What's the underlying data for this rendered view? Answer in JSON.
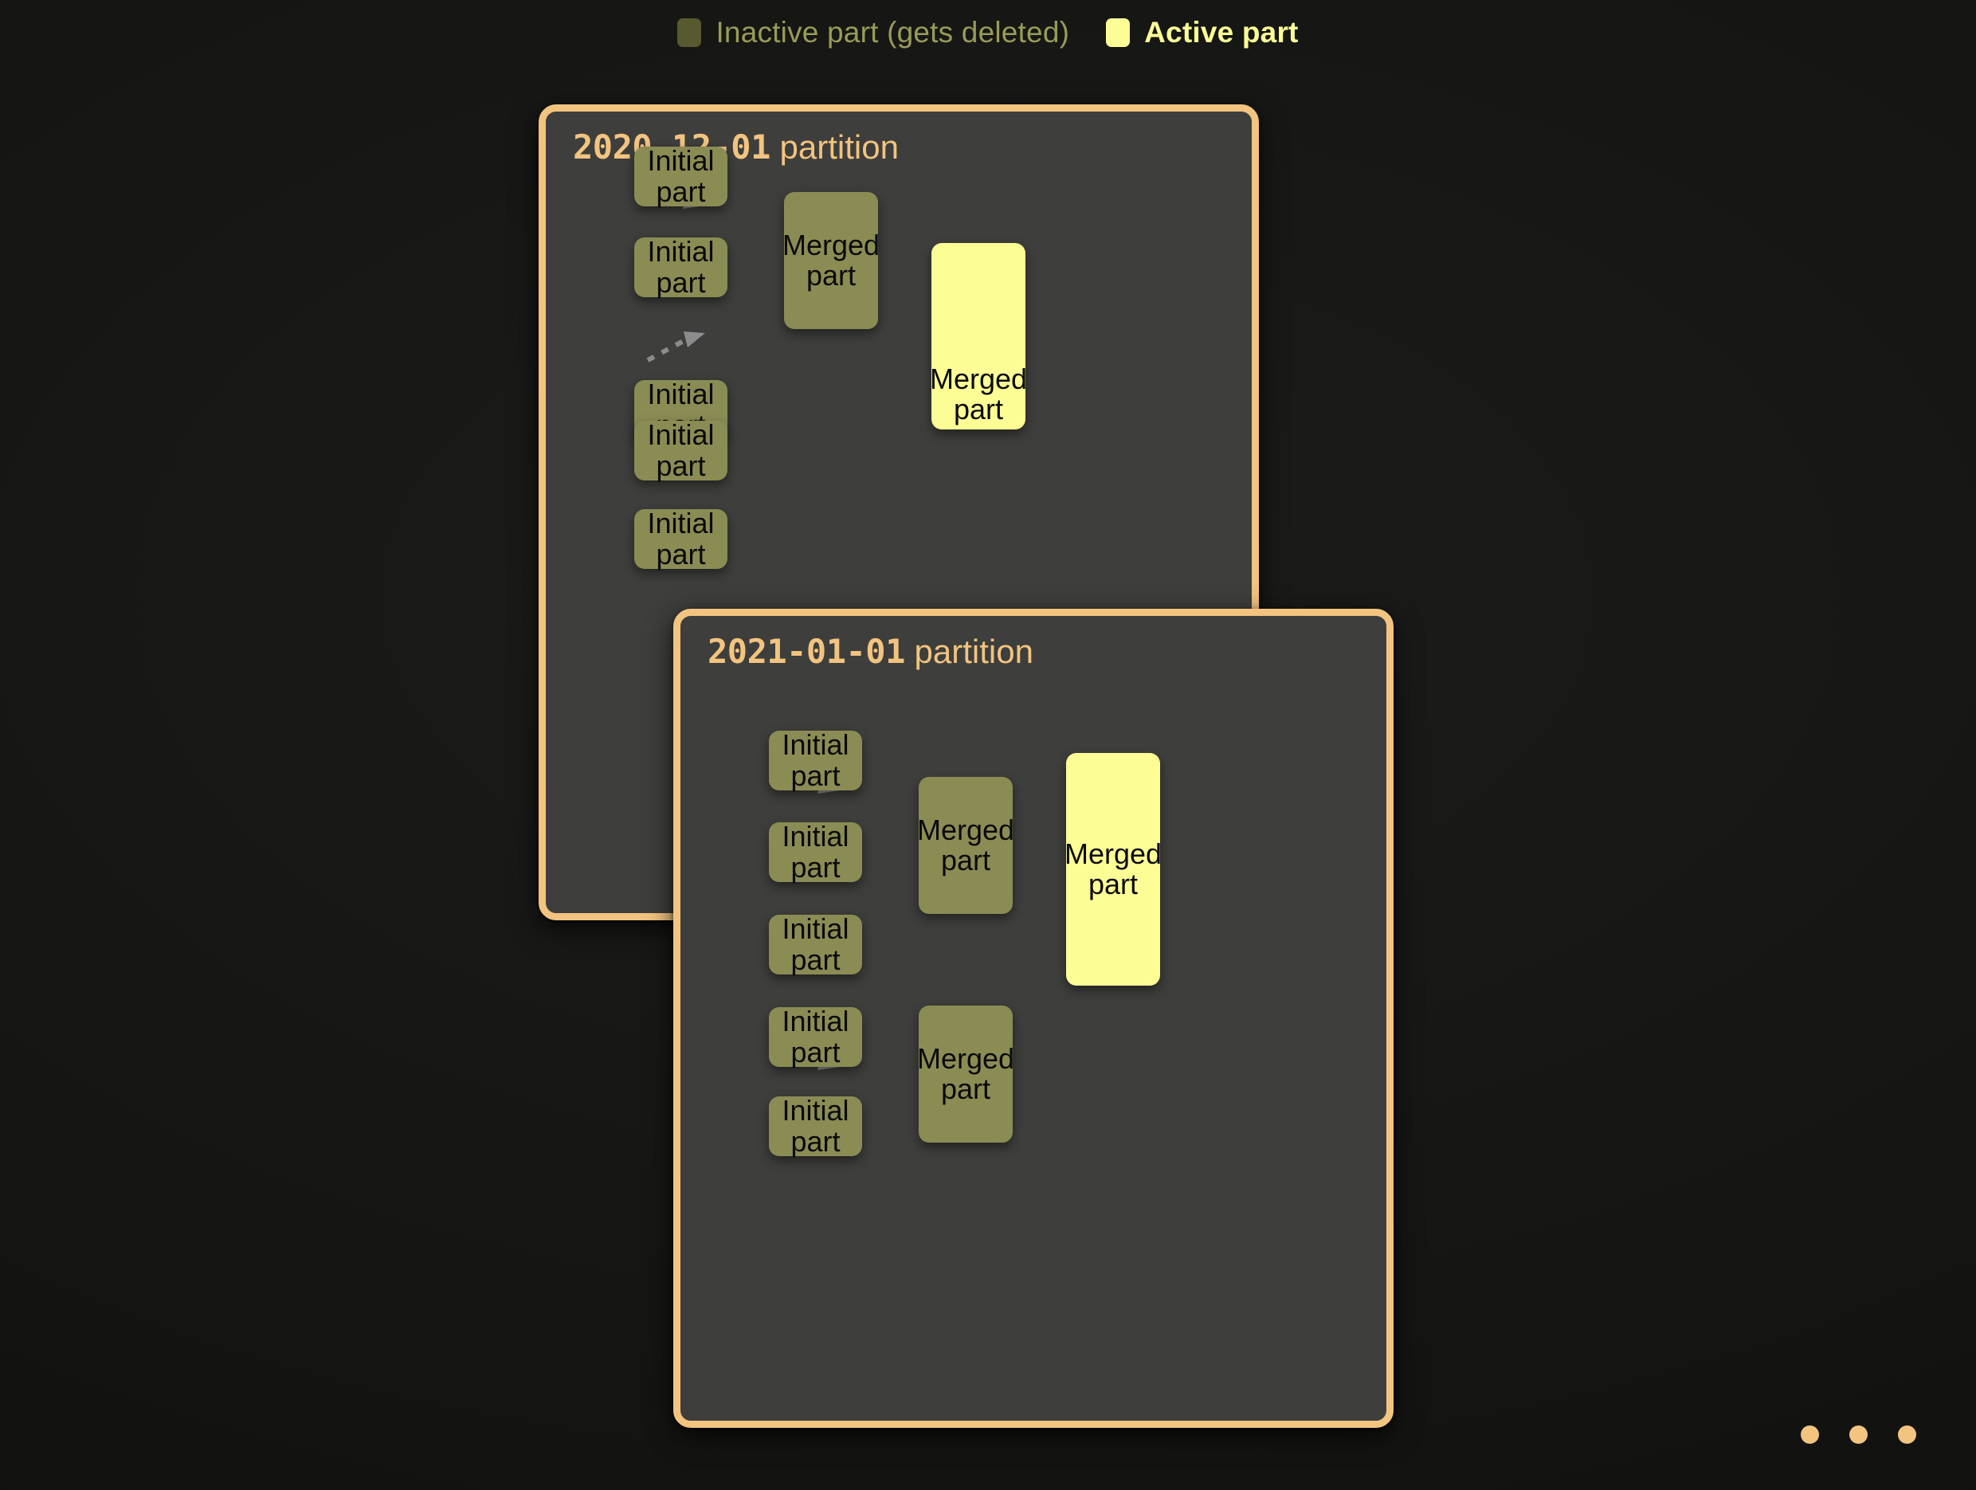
{
  "legend": {
    "items": [
      {
        "swatch_color": "#58592f",
        "label": "Inactive part (gets deleted)",
        "state": "inactive"
      },
      {
        "swatch_color": "#fdfd96",
        "label": "Active part",
        "state": "active"
      }
    ]
  },
  "colors": {
    "page_background": "#151513",
    "panel_background": "#3e3e3c",
    "panel_border": "#f2c480",
    "inactive_part": "#8b8c54",
    "active_part": "#fdfd96",
    "arrow": "#8c8c8c",
    "title_text": "#f2c480",
    "node_text": "#0a0a0a"
  },
  "partitions": [
    {
      "date": "2020-12-01",
      "suffix": " partition",
      "nodes": [
        {
          "id": "p0-i1",
          "label": "Initial\npart",
          "state": "inactive"
        },
        {
          "id": "p0-i2",
          "label": "Initial\npart",
          "state": "inactive"
        },
        {
          "id": "p0-i3",
          "label": "Initial\npart",
          "state": "inactive"
        },
        {
          "id": "p0-i4",
          "label": "Initial\npart",
          "state": "inactive"
        },
        {
          "id": "p0-i5",
          "label": "Initial\npart",
          "state": "inactive"
        },
        {
          "id": "p0-m1",
          "label": "Merged\npart",
          "state": "inactive"
        },
        {
          "id": "p0-m2",
          "label": "Merged\npart",
          "state": "active"
        }
      ]
    },
    {
      "date": "2021-01-01",
      "suffix": " partition",
      "nodes": [
        {
          "id": "p1-i1",
          "label": "Initial\npart",
          "state": "inactive"
        },
        {
          "id": "p1-i2",
          "label": "Initial\npart",
          "state": "inactive"
        },
        {
          "id": "p1-i3",
          "label": "Initial\npart",
          "state": "inactive"
        },
        {
          "id": "p1-i4",
          "label": "Initial\npart",
          "state": "inactive"
        },
        {
          "id": "p1-i5",
          "label": "Initial\npart",
          "state": "inactive"
        },
        {
          "id": "p1-m1",
          "label": "Merged\npart",
          "state": "inactive"
        },
        {
          "id": "p1-m2",
          "label": "Merged\npart",
          "state": "inactive"
        },
        {
          "id": "p1-m3",
          "label": "Merged\npart",
          "state": "active"
        }
      ]
    }
  ],
  "pager": {
    "count": 3,
    "color": "#f2c480"
  }
}
